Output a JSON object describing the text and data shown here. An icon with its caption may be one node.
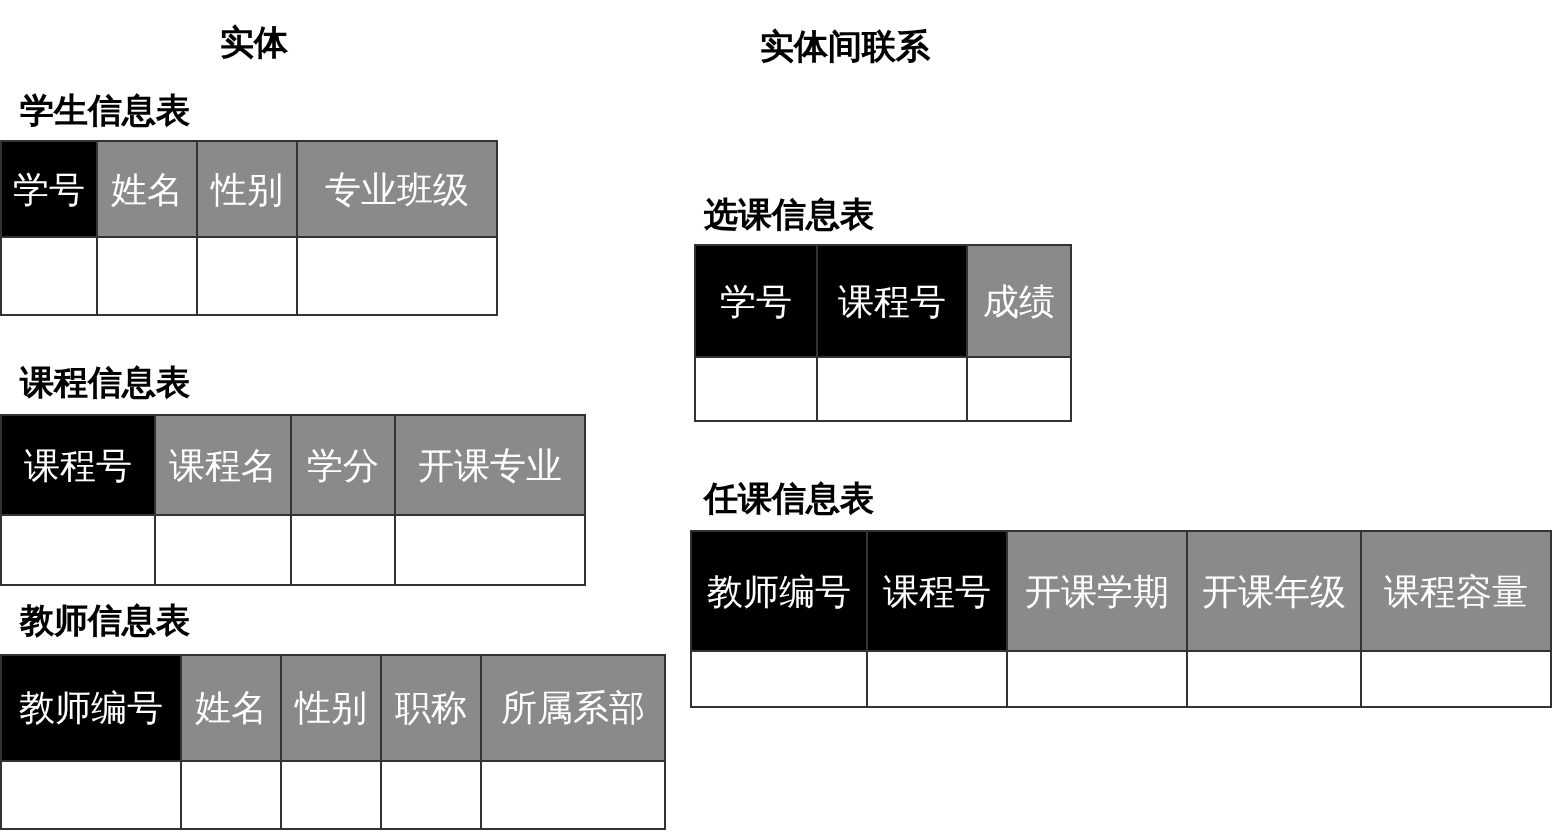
{
  "diagram": {
    "labels": [
      "实体",
      "实体间联系",
      "学生信息表",
      "学号",
      "姓名",
      "性别",
      "专业班级",
      "课程信息表",
      "课程号",
      "课程名",
      "学分",
      "开课专业",
      "教师信息表",
      "教师编号",
      "姓名",
      "性别",
      "职称",
      "所属系部",
      "选课信息表",
      "学号",
      "课程号",
      "成绩",
      "任课信息表",
      "教师编号",
      "课程号",
      "开课学期",
      "开课年级",
      "课程容量"
    ]
  }
}
